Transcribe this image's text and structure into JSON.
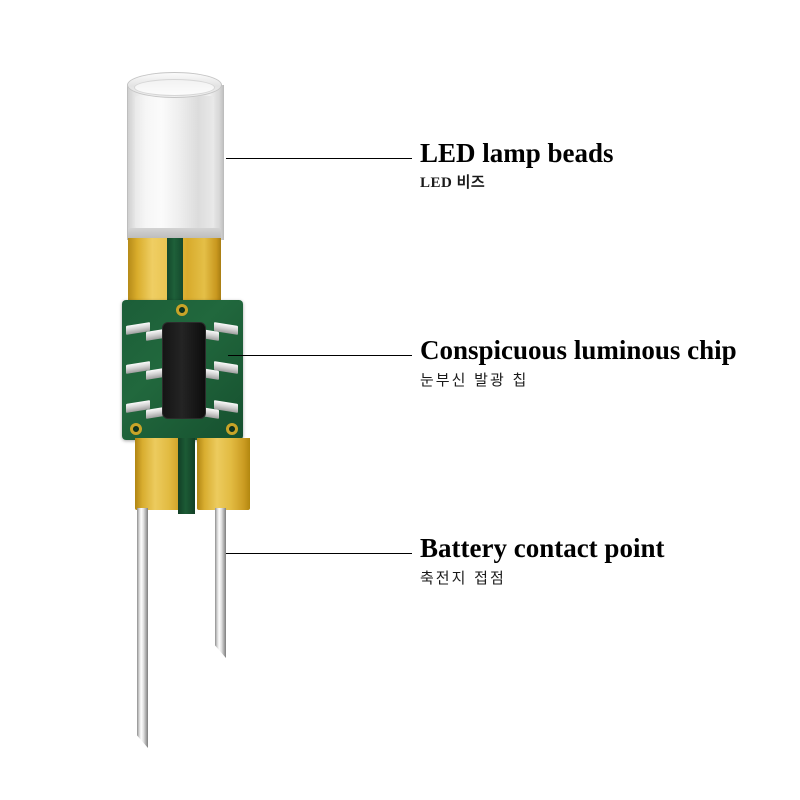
{
  "diagram": {
    "subject": "LED lamp module with PCB and battery contact pins",
    "background_color": "#ffffff"
  },
  "callouts": [
    {
      "id": "led-lamp-beads",
      "title": "LED lamp beads",
      "subtitle": "LED 비즈",
      "target": "lens"
    },
    {
      "id": "luminous-chip",
      "title": "Conspicuous luminous chip",
      "subtitle": "눈부신 발광 칩",
      "target": "chip"
    },
    {
      "id": "battery-contact",
      "title": "Battery contact point",
      "subtitle": "축전지 접점",
      "target": "pin"
    }
  ],
  "colors": {
    "gold": "#e2bb42",
    "pcb_green": "#1c5e38",
    "chip_black": "#151515",
    "metal_silver": "#d2d2d2",
    "lens_white": "#f4f4f4",
    "leader_line": "#000000",
    "text": "#000000"
  },
  "parts": {
    "lens_label": "LED lens diffuser",
    "gold_body_label": "gold plated body",
    "pcb_label": "green circuit board",
    "chip_label": "black IC package",
    "leads_count_per_side": 3,
    "mounting_holes": 3,
    "pins_count": 2
  }
}
